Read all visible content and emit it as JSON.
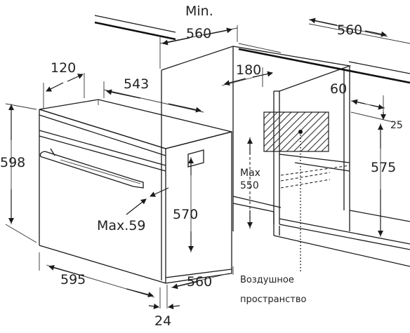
{
  "labels": {
    "min": "Min.",
    "cab_depth_top": "560",
    "cab_depth_right": "560",
    "d120": "120",
    "d180": "180",
    "d543": "543",
    "d60": "60",
    "d25": "25",
    "d598": "598",
    "d575": "575",
    "max_label": "Max",
    "max_value": "550",
    "d570": "570",
    "max59": "Max.59",
    "d595": "595",
    "d560_bottom": "560",
    "d24": "24",
    "air_line1": "Воздушное",
    "air_line2": "пространство"
  },
  "colors": {
    "line": "#1a1a1a",
    "hatch": "#333333",
    "background": "#ffffff"
  }
}
